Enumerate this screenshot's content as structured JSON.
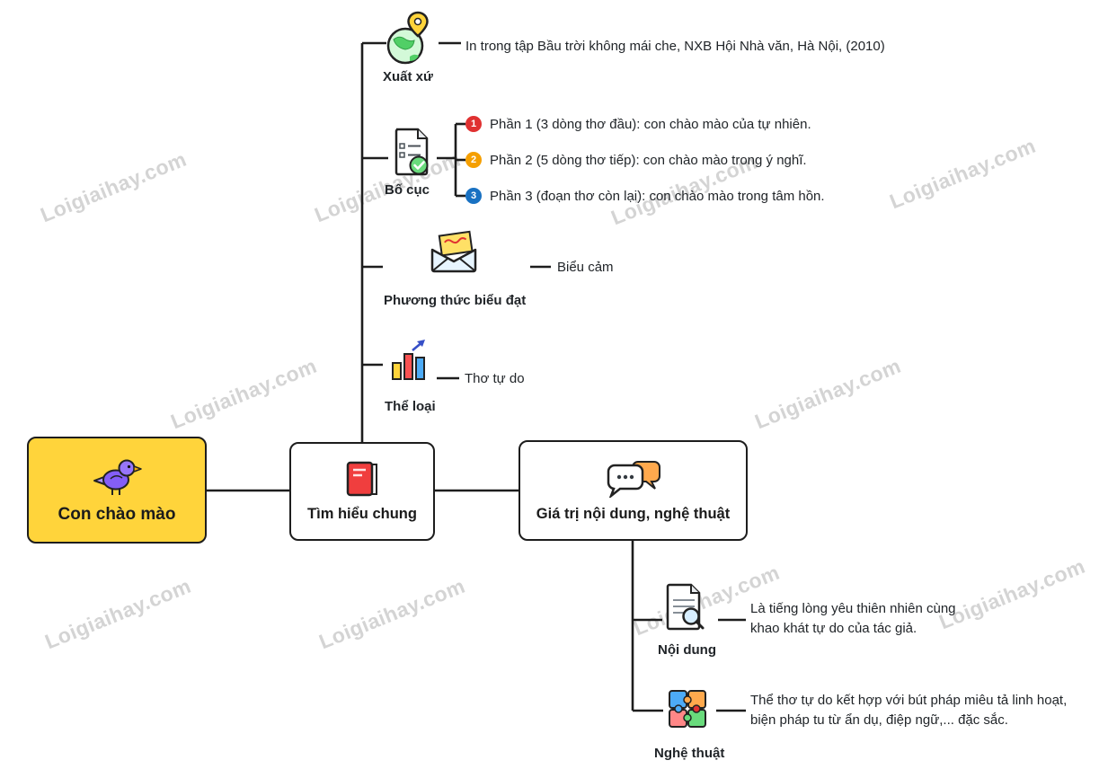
{
  "watermark": {
    "text": "Loigiaihay.com"
  },
  "root": {
    "label": "Con chào mào"
  },
  "nodes": {
    "tim_hieu_chung": {
      "label": "Tìm hiểu chung"
    },
    "gia_tri": {
      "label": "Giá trị nội dung, nghệ thuật"
    }
  },
  "branches": {
    "xuat_xu": {
      "label": "Xuất xứ",
      "text": "In trong tập Bầu trời không mái che, NXB Hội Nhà văn, Hà Nội, (2010)"
    },
    "bo_cuc": {
      "label": "Bố cục",
      "items": [
        {
          "num": "1",
          "text": "Phần 1 (3 dòng thơ đầu): con chào mào của tự nhiên.",
          "color": "#e03131"
        },
        {
          "num": "2",
          "text": "Phần 2 (5 dòng thơ tiếp): con chào mào trong ý nghĩ.",
          "color": "#f59f00"
        },
        {
          "num": "3",
          "text": "Phần 3 (đoạn thơ còn lại): con chào mào trong tâm hồn.",
          "color": "#1971c2"
        }
      ]
    },
    "phuong_thuc_bieu_dat": {
      "label": "Phương thức biểu đạt",
      "text": "Biểu cảm"
    },
    "the_loai": {
      "label": "Thể loại",
      "text": "Thơ tự do"
    },
    "noi_dung": {
      "label": "Nội dung",
      "text": "Là tiếng lòng yêu thiên nhiên cùng khao khát tự do của tác giả."
    },
    "nghe_thuat": {
      "label": "Nghệ thuật",
      "text": "Thể thơ tự do kết hợp với bút pháp miêu tả linh hoạt, biện pháp tu từ ẩn dụ, điệp ngữ,... đặc sắc."
    }
  },
  "colors": {
    "root_node_bg": "#ffd43b",
    "connector": "#1d1d1d",
    "watermark": "#d4d4d4"
  }
}
